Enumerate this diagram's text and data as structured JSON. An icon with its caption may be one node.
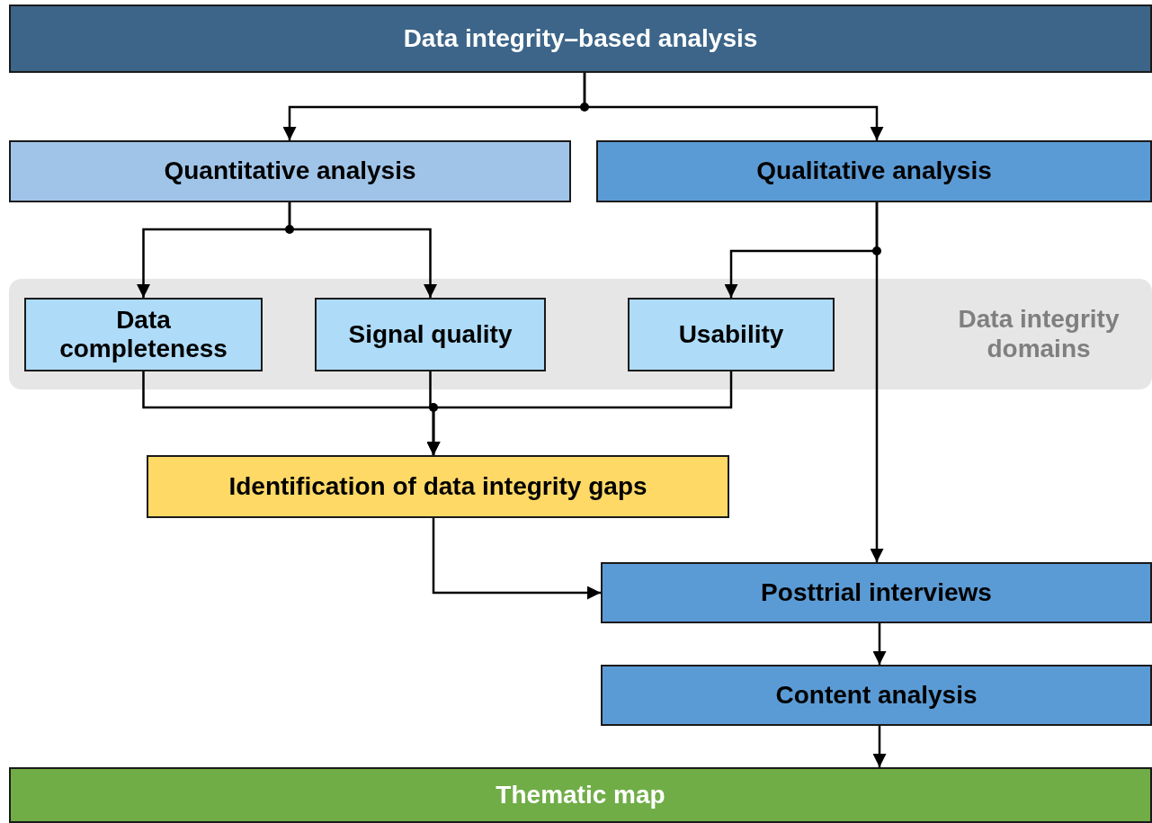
{
  "diagram": {
    "nodes": [
      {
        "text": [
          "Data integrity–based analysis"
        ]
      },
      {
        "text": [
          "Quantitative analysis"
        ]
      },
      {
        "text": [
          "Qualitative analysis"
        ]
      },
      {
        "text": [
          "Data integrity domains"
        ]
      },
      {
        "text": [
          "Data completeness"
        ],
        "in": 3
      },
      {
        "text": [
          "Signal quality"
        ],
        "in": 3
      },
      {
        "text": [
          "Usability"
        ],
        "in": 3
      },
      {
        "text": [
          "Identification of data integrity gaps"
        ]
      },
      {
        "text": [
          "Posttrial interviews"
        ]
      },
      {
        "text": [
          "Content analysis"
        ]
      },
      {
        "text": [
          "Thematic map"
        ]
      }
    ],
    "edges": [
      {
        "from": 0,
        "to": 1,
        "arrow": "to"
      },
      {
        "from": 0,
        "to": 2,
        "arrow": "to"
      },
      {
        "from": 1,
        "to": 4,
        "arrow": "to"
      },
      {
        "from": 1,
        "to": 5,
        "arrow": "to"
      },
      {
        "from": 2,
        "to": 6,
        "arrow": "to"
      },
      {
        "from": 2,
        "to": 8,
        "arrow": "to"
      },
      {
        "from": 4,
        "to": 7,
        "arrow": "to"
      },
      {
        "from": 5,
        "to": 7,
        "arrow": "to"
      },
      {
        "from": 6,
        "to": 7,
        "arrow": "to"
      },
      {
        "from": 7,
        "to": 8,
        "arrow": "to"
      },
      {
        "from": 8,
        "to": 9,
        "arrow": "to"
      },
      {
        "from": 9,
        "to": 10,
        "arrow": "to"
      }
    ]
  }
}
